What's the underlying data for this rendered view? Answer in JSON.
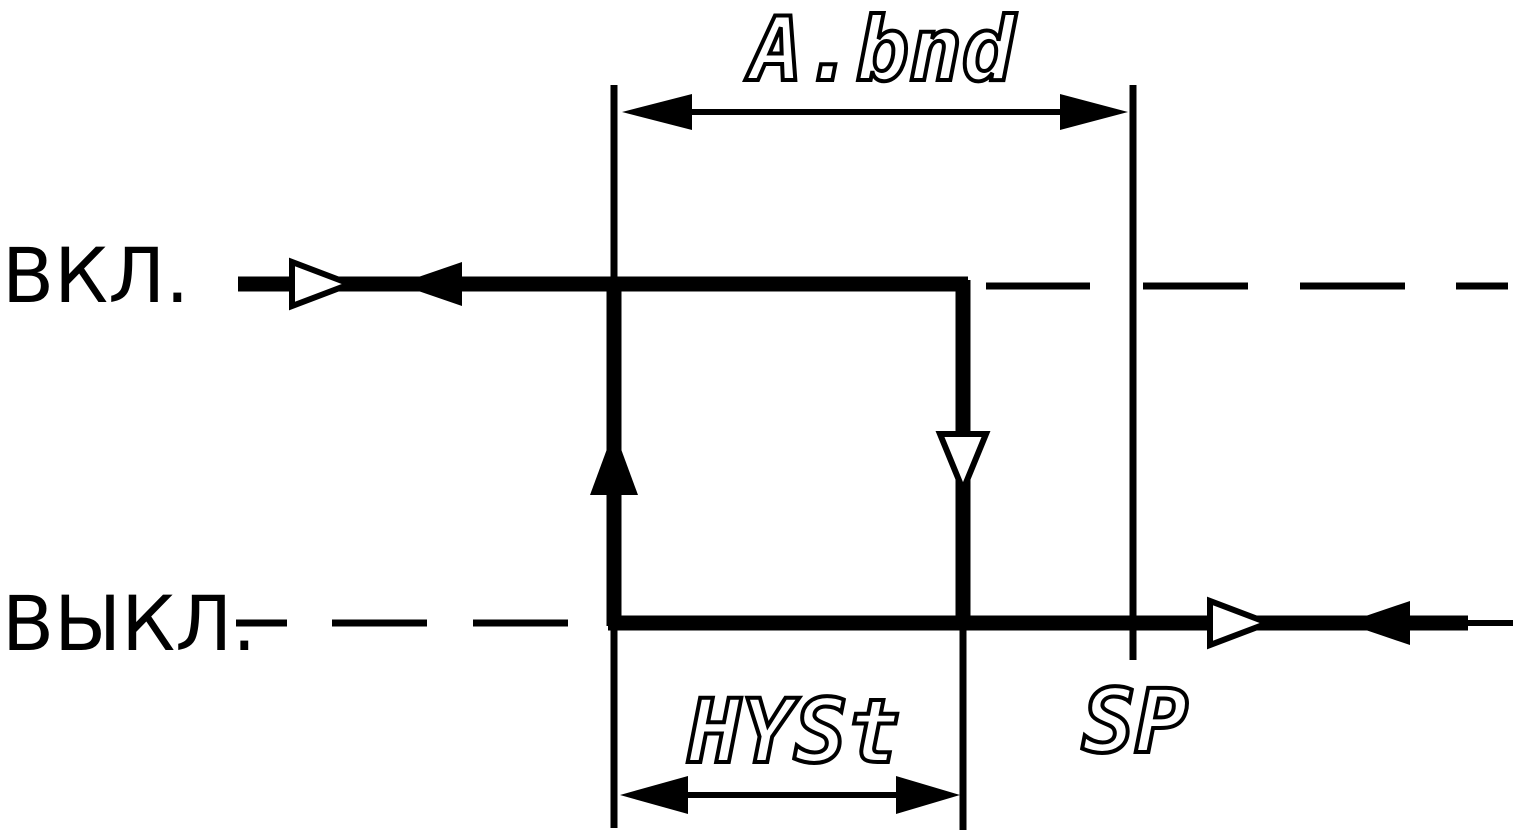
{
  "labels": {
    "on": "ВКЛ.",
    "off": "ВЫКЛ.",
    "band": "A.bnd",
    "hysteresis": "HYSt",
    "setpoint": "SP"
  },
  "colors": {
    "line": "#000000",
    "background": "#ffffff"
  }
}
